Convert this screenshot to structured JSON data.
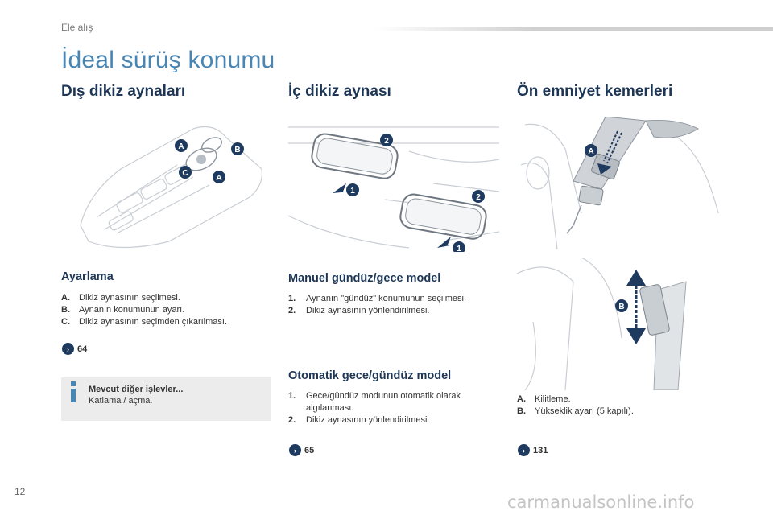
{
  "header": {
    "breadcrumb": "Ele alış"
  },
  "page_title": "İdeal sürüş konumu",
  "columns": [
    {
      "title": "Dış dikiz aynaları",
      "section": "Ayarlama",
      "items": [
        {
          "key": "A.",
          "text": "Dikiz aynasının seçilmesi."
        },
        {
          "key": "B.",
          "text": "Aynanın konumunun ayarı."
        },
        {
          "key": "C.",
          "text": "Dikiz aynasının seçimden çıkarılması."
        }
      ],
      "ref": "64",
      "info": {
        "title": "Mevcut diğer işlevler...",
        "text": "Katlama / açma."
      }
    },
    {
      "title": "İç dikiz aynası",
      "section_manual": "Manuel gündüz/gece model",
      "manual_items": [
        {
          "key": "1.",
          "text": "Aynanın \"gündüz\" konumunun seçilmesi."
        },
        {
          "key": "2.",
          "text": "Dikiz aynasının yönlendirilmesi."
        }
      ],
      "section_auto": "Otomatik gece/gündüz model",
      "auto_items": [
        {
          "key": "1.",
          "text_l1": "Gece/gündüz modunun otomatik olarak",
          "text_l2": "algılanması."
        },
        {
          "key": "2.",
          "text": "Dikiz aynasının yönlendirilmesi."
        }
      ],
      "ref": "65"
    },
    {
      "title": "Ön emniyet kemerleri",
      "items": [
        {
          "key": "A.",
          "text": "Kilitleme."
        },
        {
          "key": "B.",
          "text": "Yükseklik ayarı (5 kapılı)."
        }
      ],
      "ref": "131"
    }
  ],
  "illustration_labels": {
    "switch": [
      "A",
      "B",
      "C",
      "A"
    ],
    "mirror": [
      "2",
      "1",
      "2",
      "1"
    ],
    "belt": [
      "A",
      "B"
    ]
  },
  "colors": {
    "accent": "#4a86b4",
    "heading": "#1d3656",
    "label_circle": "#1e3a5f",
    "arrow": "#1e3a5f"
  },
  "page_number": "12",
  "watermark": "carmanualsonline.info"
}
